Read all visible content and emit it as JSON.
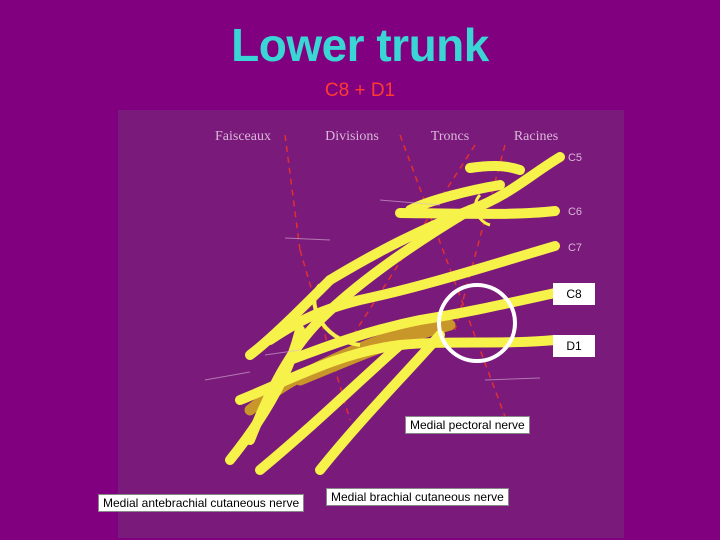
{
  "slide": {
    "title": "Lower trunk",
    "subtitle": "C8 + D1",
    "colors": {
      "background": "#800080",
      "title": "#3ad6d6",
      "subtitle": "#ff3b2f",
      "nerve": "#f6f24a",
      "nerve_dark": "#c9962a",
      "guide_line": "#e03030"
    }
  },
  "column_headers": [
    "Faisceaux",
    "Divisions",
    "Troncs",
    "Racines"
  ],
  "roots": [
    "C5",
    "C6",
    "C7"
  ],
  "highlighted_roots": [
    "C8",
    "D1"
  ],
  "annotations": {
    "medial_pectoral": "Medial pectoral nerve",
    "medial_antebrachial": "Medial antebrachial cutaneous nerve",
    "medial_brachial": "Medial brachial cutaneous nerve"
  }
}
